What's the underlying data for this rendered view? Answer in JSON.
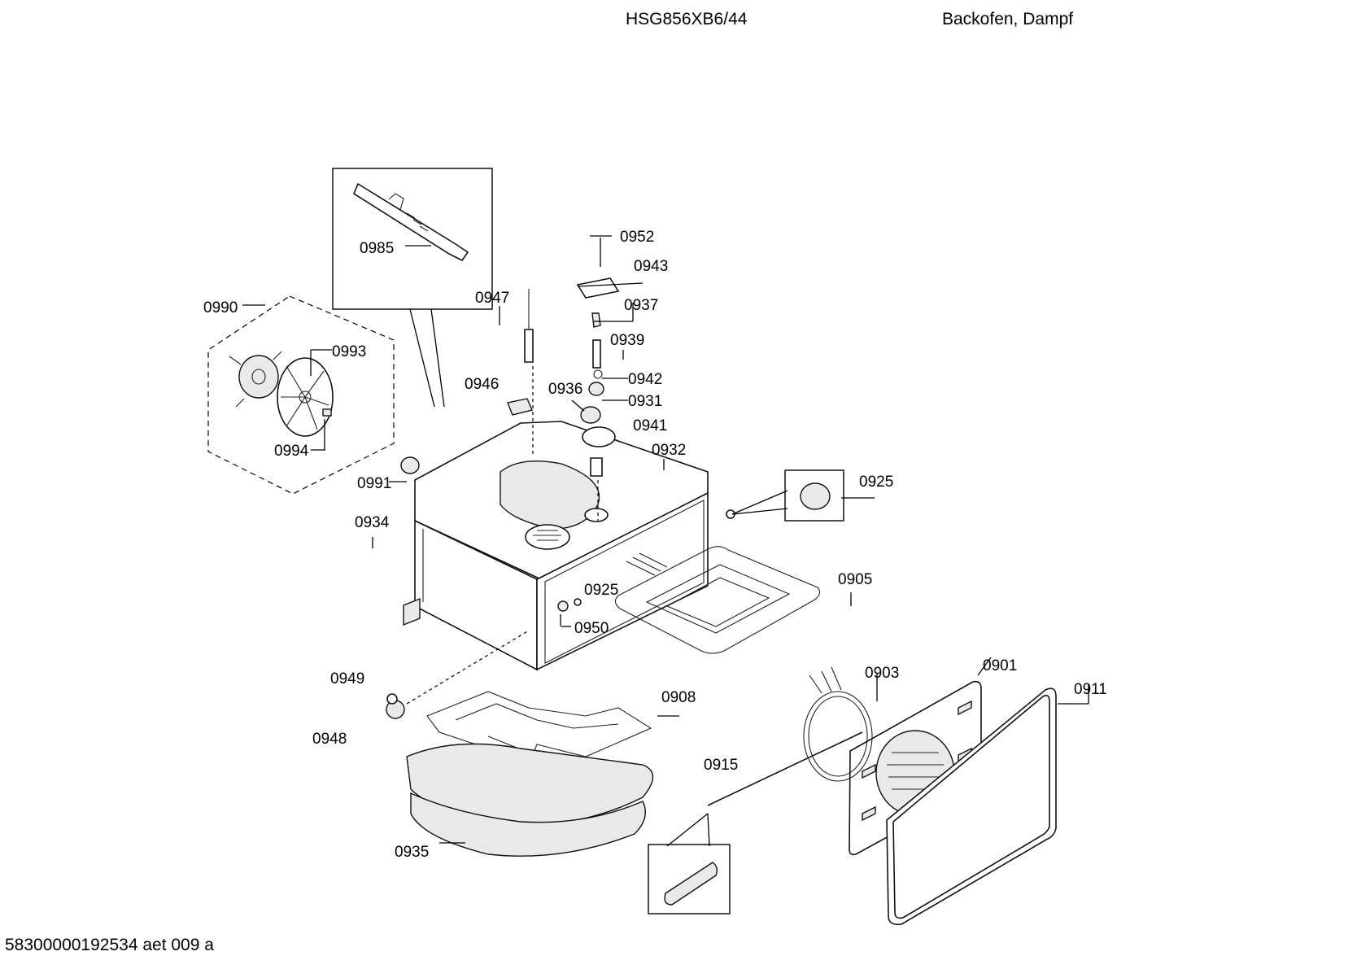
{
  "header": {
    "model": "HSG856XB6/44",
    "description": "Backofen, Dampf"
  },
  "footer": {
    "document_id": "58300000192534 aet 009 a"
  },
  "parts": {
    "p0901": "0901",
    "p0903": "0903",
    "p0905": "0905",
    "p0908": "0908",
    "p0911": "0911",
    "p0915": "0915",
    "p0925a": "0925",
    "p0925b": "0925",
    "p0931": "0931",
    "p0932": "0932",
    "p0934": "0934",
    "p0935": "0935",
    "p0936": "0936",
    "p0937": "0937",
    "p0939": "0939",
    "p0941": "0941",
    "p0942": "0942",
    "p0943": "0943",
    "p0946": "0946",
    "p0947": "0947",
    "p0948": "0948",
    "p0949": "0949",
    "p0950": "0950",
    "p0952": "0952",
    "p0985": "0985",
    "p0990": "0990",
    "p0991": "0991",
    "p0993": "0993",
    "p0994": "0994"
  }
}
